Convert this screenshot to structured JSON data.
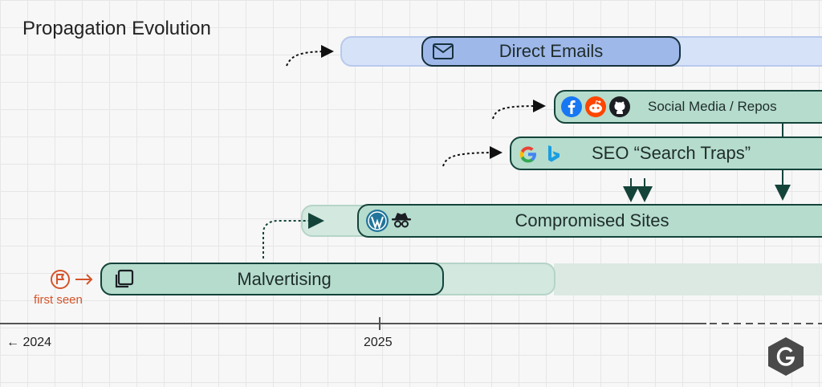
{
  "diagram": {
    "title": "Propagation Evolution",
    "phases": {
      "direct_emails": "Direct Emails",
      "social_media": "Social Media / Repos",
      "seo": "SEO “Search Traps”",
      "compromised": "Compromised Sites",
      "malvertising": "Malvertising"
    },
    "first_seen": "first seen",
    "timeline": {
      "start_label": "← 2024",
      "tick_label": "2025"
    },
    "icons": {
      "email": "envelope-icon",
      "facebook": "facebook-icon",
      "reddit": "reddit-icon",
      "github": "github-icon",
      "google": "google-icon",
      "bing": "bing-icon",
      "wordpress": "wordpress-icon",
      "spy": "spy-icon",
      "windows": "copy-windows-icon",
      "flag": "flag-icon",
      "logo": "brand-logo-icon"
    },
    "colors": {
      "accent_red": "#d4532a",
      "dark_green": "#14433a",
      "blue": "#9fb8ea"
    }
  }
}
